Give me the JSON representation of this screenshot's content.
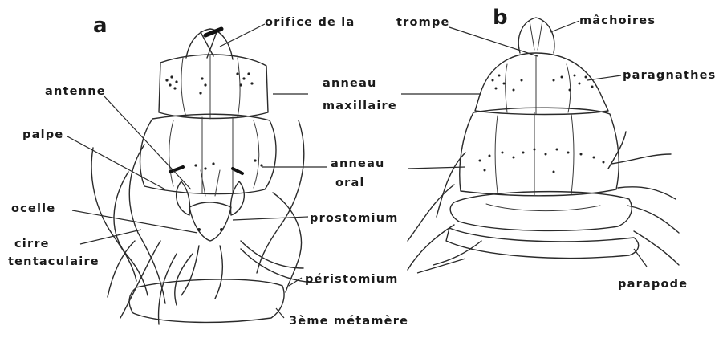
{
  "panels": [
    {
      "letter": "a"
    },
    {
      "letter": "b"
    }
  ],
  "labels": {
    "orifice": "orifice de la",
    "trompe": "trompe",
    "machoires": "mâchoires",
    "paragnathes": "paragnathes",
    "anneau_maxillaire_1": "anneau",
    "anneau_maxillaire_2": "maxillaire",
    "antenne": "antenne",
    "palpe": "palpe",
    "anneau_oral_1": "anneau",
    "anneau_oral_2": "oral",
    "ocelle": "ocelle",
    "prostomium": "prostomium",
    "cirre_1": "cirre",
    "cirre_2": "tentaculaire",
    "peristomium": "péristomium",
    "parapode": "parapode",
    "metamere": "3ème métamère"
  }
}
